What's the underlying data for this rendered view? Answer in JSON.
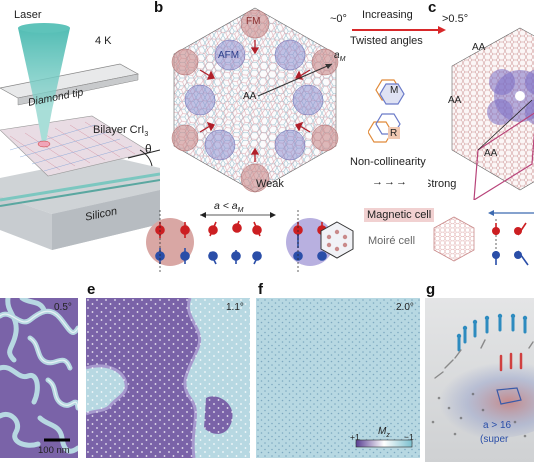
{
  "panels": {
    "a": {
      "letter": "",
      "laser": "Laser",
      "temperature": "4 K",
      "tip": "Diamond tip",
      "sample_main": "Bilayer CrI",
      "sample_sub": "3",
      "substrate": "Silicon",
      "angle": "θ"
    },
    "b": {
      "letter": "b",
      "domain_fm": "FM",
      "domain_afm": "AFM",
      "center": "AA",
      "moire_main": "a",
      "moire_sub": "M",
      "caption_left": "Weak"
    },
    "arrow_label": {
      "small_angle": "~0°",
      "top": "Increasing",
      "bottom": "Twisted angles",
      "large_angle": ">0.5°"
    },
    "c": {
      "letter": "c",
      "aa_labels": [
        "AA",
        "AA",
        "AA"
      ],
      "caption_right": "Strong"
    },
    "middle": {
      "stack_m": "M",
      "stack_r": "R",
      "non_collinearity": "Non-collinearity",
      "arrows": "→→→"
    },
    "spins": {
      "relation_a": "a",
      "relation_rest": " < a",
      "relation_sub": "M"
    },
    "legend": {
      "magnetic_cell": "Magnetic cell",
      "moire_cell": "Moiré cell"
    },
    "d": {
      "angle": "0.5°",
      "scalebar": "100 nm"
    },
    "e": {
      "letter": "e",
      "angle": "1.1°"
    },
    "f": {
      "letter": "f",
      "angle": "2.0°",
      "colorbar_max": "+1",
      "colorbar_min": "−1",
      "colorbar_label": "M",
      "colorbar_sub": "z"
    },
    "g": {
      "letter": "g",
      "caption_line1": "a > 16",
      "caption_line2": "(super"
    },
    "colors": {
      "fm_red": "#c98a8a",
      "afm_blue": "#8f8fd0",
      "map_purple": "#7a63a8",
      "map_light": "#b7d8e2",
      "arrow_red": "#d8282a",
      "spin_red": "#cc1f22",
      "spin_blue": "#2a4ea8"
    }
  }
}
